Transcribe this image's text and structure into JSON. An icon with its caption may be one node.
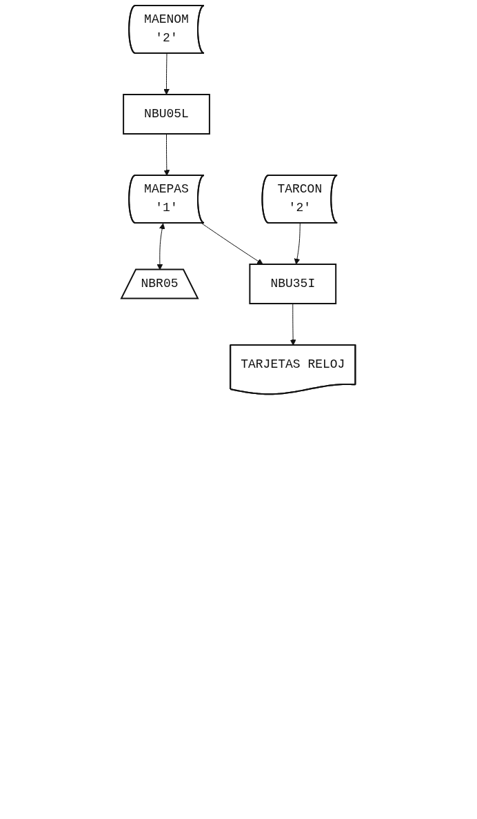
{
  "diagram": {
    "nodes": [
      {
        "text": [
          "MAENOM",
          "'2'"
        ]
      },
      {
        "text": [
          "NBU05L"
        ]
      },
      {
        "text": [
          "MAEPAS",
          "'1'"
        ]
      },
      {
        "text": [
          "NBR05"
        ]
      },
      {
        "text": [
          "NBU35I"
        ]
      },
      {
        "text": [
          "TARCON",
          "'2'"
        ]
      },
      {
        "text": [
          "TARJETAS RELOJ"
        ]
      }
    ],
    "edges": [
      {
        "from": 0,
        "to": 1,
        "arrow": "to"
      },
      {
        "from": 1,
        "to": 2,
        "arrow": "to"
      },
      {
        "from": 2,
        "to": 3,
        "arrow": "both"
      },
      {
        "from": 2,
        "to": 4,
        "arrow": "to"
      },
      {
        "from": 5,
        "to": 4,
        "arrow": "to"
      },
      {
        "from": 4,
        "to": 6,
        "arrow": "to"
      }
    ]
  }
}
